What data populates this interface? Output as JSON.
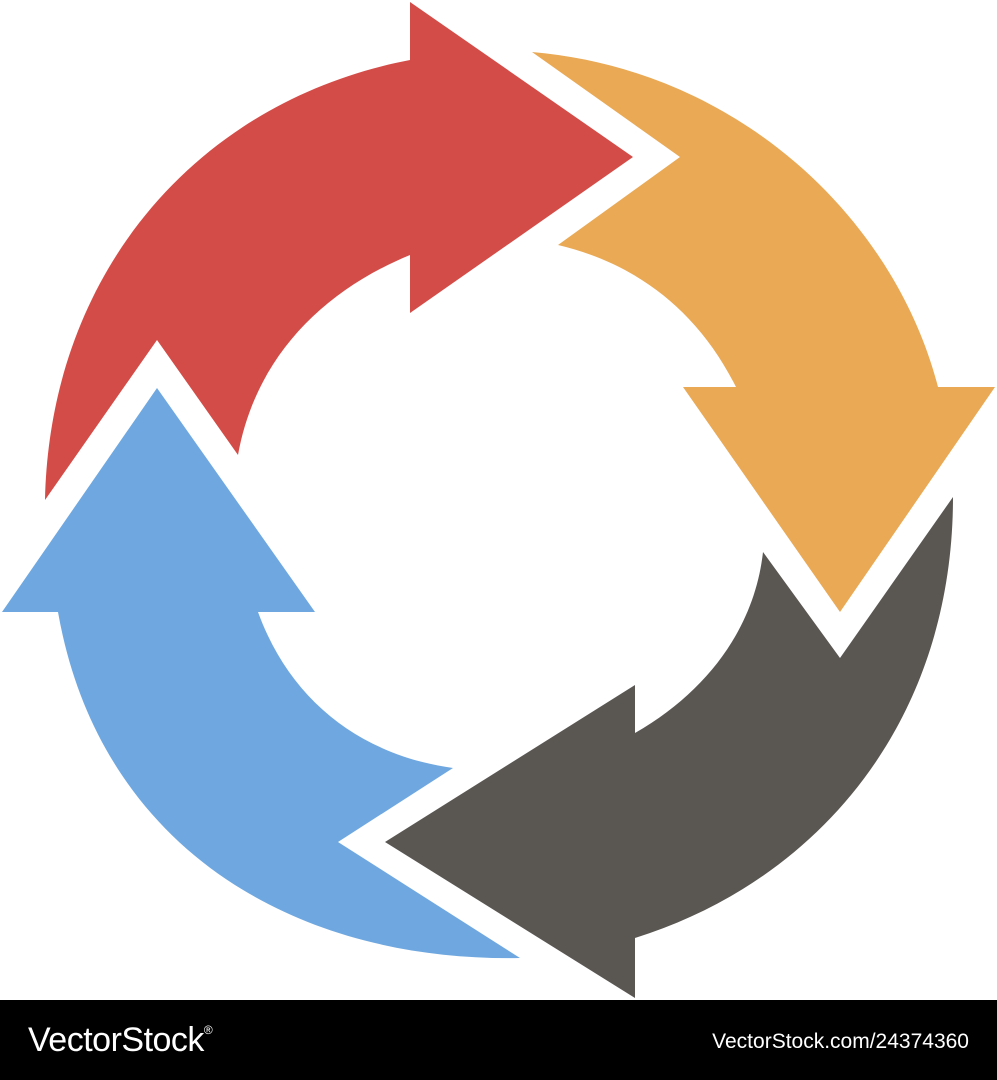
{
  "diagram": {
    "arrows": [
      {
        "position": "top",
        "direction": "clockwise",
        "color": "#d44c47"
      },
      {
        "position": "right",
        "direction": "clockwise",
        "color": "#e9a955"
      },
      {
        "position": "bottom",
        "direction": "clockwise",
        "color": "#5a5753"
      },
      {
        "position": "left",
        "direction": "clockwise",
        "color": "#6fa8e0"
      }
    ]
  },
  "footer": {
    "brand": "VectorStock",
    "brand_mark": "®",
    "stock_id": "VectorStock.com/24374360",
    "background": "#000000",
    "text_color": "#ffffff"
  }
}
